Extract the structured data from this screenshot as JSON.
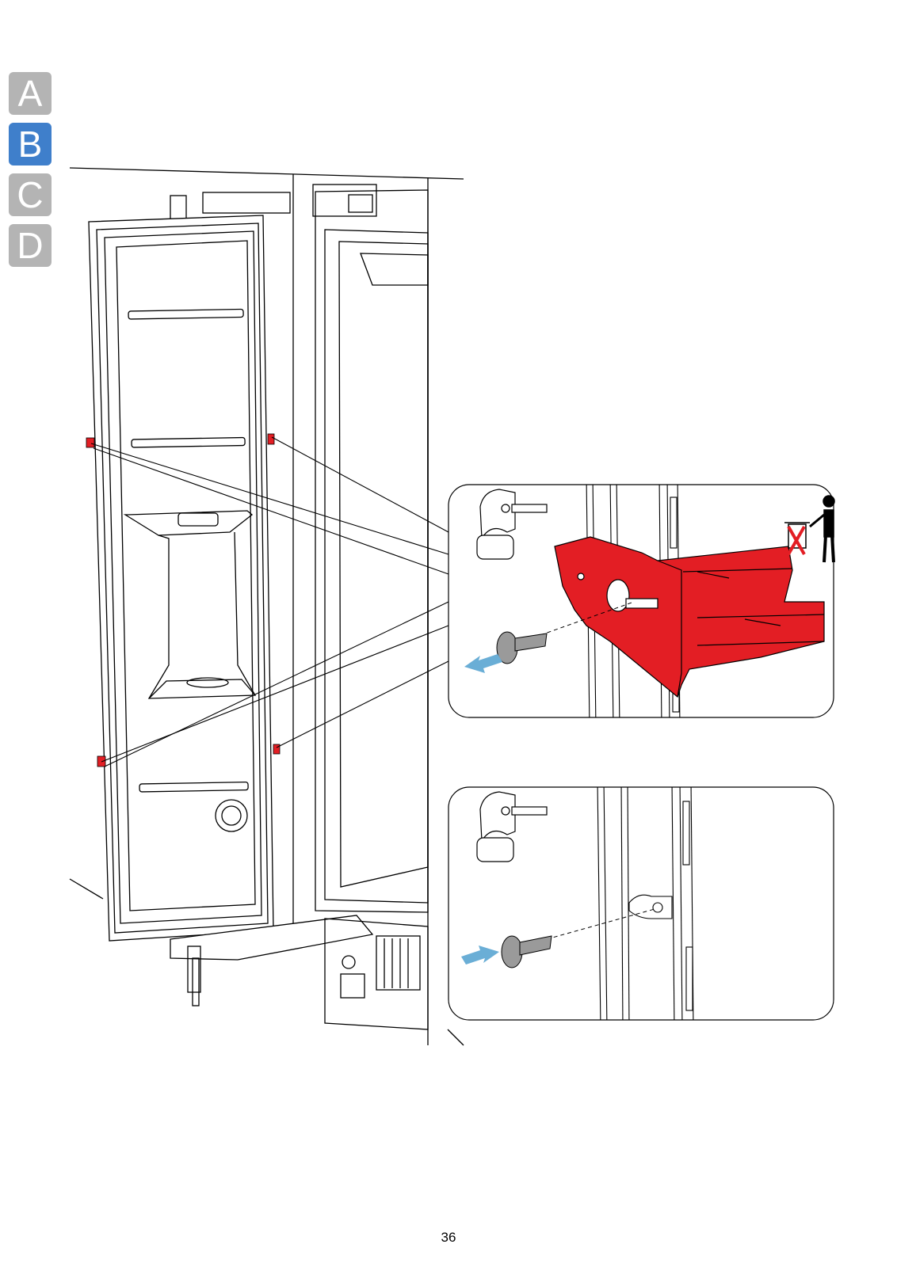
{
  "section_tabs": [
    {
      "label": "A",
      "active": false
    },
    {
      "label": "B",
      "active": true
    },
    {
      "label": "C",
      "active": false
    },
    {
      "label": "D",
      "active": false
    }
  ],
  "colors": {
    "active_tab": "#3f7fcb",
    "inactive_tab": "#b4b4b4",
    "highlight_part": "#e31e24",
    "arrow": "#6aaed6",
    "line": "#000000"
  },
  "icons": [
    "screwdriver-icon",
    "screw-icon",
    "remove-arrow-icon",
    "insert-arrow-icon",
    "no-disposal-icon"
  ],
  "page_number": "36"
}
